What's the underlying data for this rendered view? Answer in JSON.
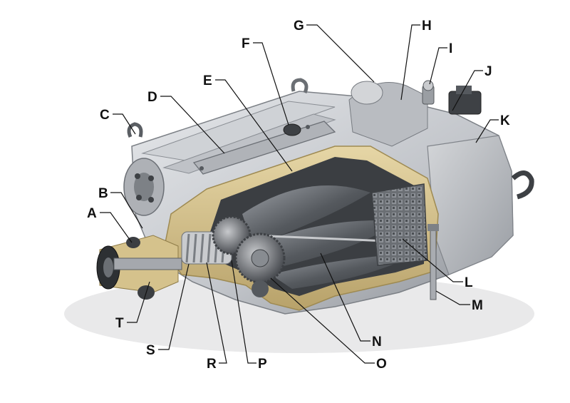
{
  "labels": {
    "A": "A",
    "B": "B",
    "C": "C",
    "D": "D",
    "E": "E",
    "F": "F",
    "G": "G",
    "H": "H",
    "I": "I",
    "J": "J",
    "K": "K",
    "L": "L",
    "M": "M",
    "N": "N",
    "O": "O",
    "P": "P",
    "R": "R",
    "S": "S",
    "T": "T"
  },
  "colors": {
    "housing_light": "#d9dbde",
    "housing_mid": "#b3b6bb",
    "housing_dark": "#6e7278",
    "cutaway_tan": "#d8c48e",
    "rotor_dark": "#4a4d52",
    "intercooler": "#5f6368",
    "leader": "#111111"
  }
}
